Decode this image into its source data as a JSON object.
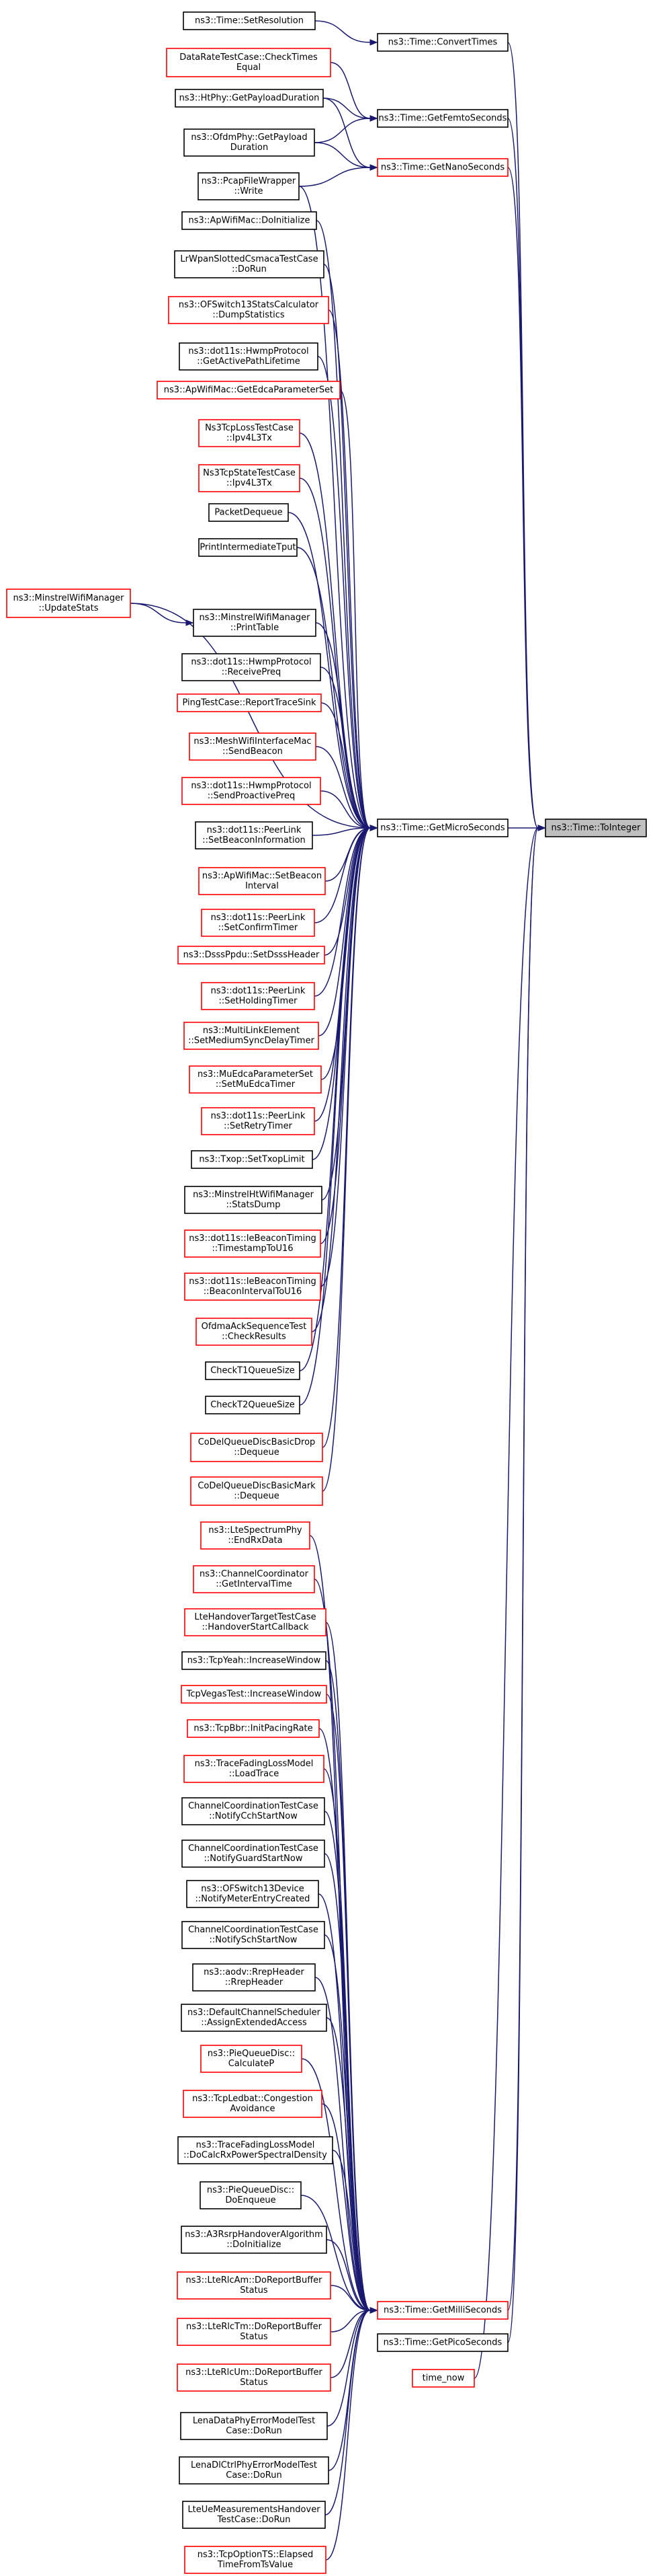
{
  "graph": {
    "title": "",
    "nodes": [
      {
        "id": "ToInteger",
        "lines": [
          "ns3::Time::ToInteger"
        ],
        "style": "target"
      },
      {
        "id": "ConvertTimes",
        "lines": [
          "ns3::Time::ConvertTimes"
        ],
        "style": "black"
      },
      {
        "id": "GetFemtoSeconds",
        "lines": [
          "ns3::Time::GetFemtoSeconds"
        ],
        "style": "black"
      },
      {
        "id": "GetNanoSeconds",
        "lines": [
          "ns3::Time::GetNanoSeconds"
        ],
        "style": "red"
      },
      {
        "id": "GetMicroSeconds",
        "lines": [
          "ns3::Time::GetMicroSeconds"
        ],
        "style": "black"
      },
      {
        "id": "GetMilliSeconds",
        "lines": [
          "ns3::Time::GetMilliSeconds"
        ],
        "style": "red"
      },
      {
        "id": "GetPicoSeconds",
        "lines": [
          "ns3::Time::GetPicoSeconds"
        ],
        "style": "black"
      },
      {
        "id": "time_now",
        "lines": [
          "time_now"
        ],
        "style": "red"
      },
      {
        "id": "SetResolution",
        "lines": [
          "ns3::Time::SetResolution"
        ],
        "style": "black"
      },
      {
        "id": "DataRateCheck",
        "lines": [
          "DataRateTestCase::CheckTimes",
          "Equal"
        ],
        "style": "red"
      },
      {
        "id": "HtPhyPayload",
        "lines": [
          "ns3::HtPhy::GetPayloadDuration"
        ],
        "style": "black"
      },
      {
        "id": "OfdmPhyPayload",
        "lines": [
          "ns3::OfdmPhy::GetPayload",
          "Duration"
        ],
        "style": "black"
      },
      {
        "id": "PcapWrite",
        "lines": [
          "ns3::PcapFileWrapper",
          "::Write"
        ],
        "style": "black"
      },
      {
        "id": "ApWifiDoInit",
        "lines": [
          "ns3::ApWifiMac::DoInitialize"
        ],
        "style": "black"
      },
      {
        "id": "LrWpanCsma",
        "lines": [
          "LrWpanSlottedCsmacaTestCase",
          "::DoRun"
        ],
        "style": "black"
      },
      {
        "id": "OFSwitch13Stats",
        "lines": [
          "ns3::OFSwitch13StatsCalculator",
          "::DumpStatistics"
        ],
        "style": "red"
      },
      {
        "id": "HwmpActivePath",
        "lines": [
          "ns3::dot11s::HwmpProtocol",
          "::GetActivePathLifetime"
        ],
        "style": "black"
      },
      {
        "id": "ApWifiEdca",
        "lines": [
          "ns3::ApWifiMac::GetEdcaParameterSet"
        ],
        "style": "red"
      },
      {
        "id": "Ns3TcpLoss",
        "lines": [
          "Ns3TcpLossTestCase",
          "::Ipv4L3Tx"
        ],
        "style": "red"
      },
      {
        "id": "Ns3TcpState",
        "lines": [
          "Ns3TcpStateTestCase",
          "::Ipv4L3Tx"
        ],
        "style": "red"
      },
      {
        "id": "PacketDequeue",
        "lines": [
          "PacketDequeue"
        ],
        "style": "black"
      },
      {
        "id": "PrintIntermediateTput",
        "lines": [
          "PrintIntermediateTput"
        ],
        "style": "black"
      },
      {
        "id": "MinstrelUpdateStats",
        "lines": [
          "ns3::MinstrelWifiManager",
          "::UpdateStats"
        ],
        "style": "red"
      },
      {
        "id": "MinstrelPrintTable",
        "lines": [
          "ns3::MinstrelWifiManager",
          "::PrintTable"
        ],
        "style": "black"
      },
      {
        "id": "HwmpReceivePreq",
        "lines": [
          "ns3::dot11s::HwmpProtocol",
          "::ReceivePreq"
        ],
        "style": "black"
      },
      {
        "id": "PingReportTraceSink",
        "lines": [
          "PingTestCase::ReportTraceSink"
        ],
        "style": "red"
      },
      {
        "id": "MeshSendBeacon",
        "lines": [
          "ns3::MeshWifiInterfaceMac",
          "::SendBeacon"
        ],
        "style": "red"
      },
      {
        "id": "HwmpSendProactivePreq",
        "lines": [
          "ns3::dot11s::HwmpProtocol",
          "::SendProactivePreq"
        ],
        "style": "red"
      },
      {
        "id": "PeerLinkSetBeaconInfo",
        "lines": [
          "ns3::dot11s::PeerLink",
          "::SetBeaconInformation"
        ],
        "style": "black"
      },
      {
        "id": "ApWifiSetBeaconInterval",
        "lines": [
          "ns3::ApWifiMac::SetBeacon",
          "Interval"
        ],
        "style": "red"
      },
      {
        "id": "PeerLinkSetConfirmTimer",
        "lines": [
          "ns3::dot11s::PeerLink",
          "::SetConfirmTimer"
        ],
        "style": "red"
      },
      {
        "id": "DsssPpduSetHeader",
        "lines": [
          "ns3::DsssPpdu::SetDsssHeader"
        ],
        "style": "red"
      },
      {
        "id": "PeerLinkSetHoldingTimer",
        "lines": [
          "ns3::dot11s::PeerLink",
          "::SetHoldingTimer"
        ],
        "style": "red"
      },
      {
        "id": "MultiLinkSetMediumSync",
        "lines": [
          "ns3::MultiLinkElement",
          "::SetMediumSyncDelayTimer"
        ],
        "style": "red"
      },
      {
        "id": "MuEdcaSetTimer",
        "lines": [
          "ns3::MuEdcaParameterSet",
          "::SetMuEdcaTimer"
        ],
        "style": "red"
      },
      {
        "id": "PeerLinkSetRetryTimer",
        "lines": [
          "ns3::dot11s::PeerLink",
          "::SetRetryTimer"
        ],
        "style": "red"
      },
      {
        "id": "TxopSetTxopLimit",
        "lines": [
          "ns3::Txop::SetTxopLimit"
        ],
        "style": "black"
      },
      {
        "id": "MinstrelHtStatsDump",
        "lines": [
          "ns3::MinstrelHtWifiManager",
          "::StatsDump"
        ],
        "style": "black"
      },
      {
        "id": "IeBeaconTimestamp",
        "lines": [
          "ns3::dot11s::IeBeaconTiming",
          "::TimestampToU16"
        ],
        "style": "red"
      },
      {
        "id": "IeBeaconInterval",
        "lines": [
          "ns3::dot11s::IeBeaconTiming",
          "::BeaconIntervalToU16"
        ],
        "style": "red"
      },
      {
        "id": "OfdmaAckCheck",
        "lines": [
          "OfdmaAckSequenceTest",
          "::CheckResults"
        ],
        "style": "red"
      },
      {
        "id": "CheckT1QueueSize",
        "lines": [
          "CheckT1QueueSize"
        ],
        "style": "black"
      },
      {
        "id": "CheckT2QueueSize",
        "lines": [
          "CheckT2QueueSize"
        ],
        "style": "black"
      },
      {
        "id": "CoDelBasicDrop",
        "lines": [
          "CoDelQueueDiscBasicDrop",
          "::Dequeue"
        ],
        "style": "red"
      },
      {
        "id": "CoDelBasicMark",
        "lines": [
          "CoDelQueueDiscBasicMark",
          "::Dequeue"
        ],
        "style": "red"
      },
      {
        "id": "LteSpectrumEndRx",
        "lines": [
          "ns3::LteSpectrumPhy",
          "::EndRxData"
        ],
        "style": "red"
      },
      {
        "id": "ChannelCoordGetInterval",
        "lines": [
          "ns3::ChannelCoordinator",
          "::GetIntervalTime"
        ],
        "style": "red"
      },
      {
        "id": "LteHandoverTarget",
        "lines": [
          "LteHandoverTargetTestCase",
          "::HandoverStartCallback"
        ],
        "style": "red"
      },
      {
        "id": "TcpYeahIncrease",
        "lines": [
          "ns3::TcpYeah::IncreaseWindow"
        ],
        "style": "black"
      },
      {
        "id": "TcpVegasIncrease",
        "lines": [
          "TcpVegasTest::IncreaseWindow"
        ],
        "style": "red"
      },
      {
        "id": "TcpBbrInitPacing",
        "lines": [
          "ns3::TcpBbr::InitPacingRate"
        ],
        "style": "red"
      },
      {
        "id": "TraceFadingLoadTrace",
        "lines": [
          "ns3::TraceFadingLossModel",
          "::LoadTrace"
        ],
        "style": "red"
      },
      {
        "id": "ChanCoordCch",
        "lines": [
          "ChannelCoordinationTestCase",
          "::NotifyCchStartNow"
        ],
        "style": "black"
      },
      {
        "id": "ChanCoordGuard",
        "lines": [
          "ChannelCoordinationTestCase",
          "::NotifyGuardStartNow"
        ],
        "style": "black"
      },
      {
        "id": "OFSwitch13Meter",
        "lines": [
          "ns3::OFSwitch13Device",
          "::NotifyMeterEntryCreated"
        ],
        "style": "black"
      },
      {
        "id": "ChanCoordSch",
        "lines": [
          "ChannelCoordinationTestCase",
          "::NotifySchStartNow"
        ],
        "style": "black"
      },
      {
        "id": "AodvRrepHeader",
        "lines": [
          "ns3::aodv::RrepHeader",
          "::RrepHeader"
        ],
        "style": "black"
      },
      {
        "id": "DefaultChannelScheduler",
        "lines": [
          "ns3::DefaultChannelScheduler",
          "::AssignExtendedAccess"
        ],
        "style": "black"
      },
      {
        "id": "PieCalculateP",
        "lines": [
          "ns3::PieQueueDisc::",
          "CalculateP"
        ],
        "style": "red"
      },
      {
        "id": "TcpLedbatCongestion",
        "lines": [
          "ns3::TcpLedbat::Congestion",
          "Avoidance"
        ],
        "style": "red"
      },
      {
        "id": "TraceFadingDoCalc",
        "lines": [
          "ns3::TraceFadingLossModel",
          "::DoCalcRxPowerSpectralDensity"
        ],
        "style": "black"
      },
      {
        "id": "PieDoEnqueue",
        "lines": [
          "ns3::PieQueueDisc::",
          "DoEnqueue"
        ],
        "style": "black"
      },
      {
        "id": "A3RsrpDoInit",
        "lines": [
          "ns3::A3RsrpHandoverAlgorithm",
          "::DoInitialize"
        ],
        "style": "black"
      },
      {
        "id": "LteRlcAmReport",
        "lines": [
          "ns3::LteRlcAm::DoReportBuffer",
          "Status"
        ],
        "style": "red"
      },
      {
        "id": "LteRlcTmReport",
        "lines": [
          "ns3::LteRlcTm::DoReportBuffer",
          "Status"
        ],
        "style": "red"
      },
      {
        "id": "LteRlcUmReport",
        "lines": [
          "ns3::LteRlcUm::DoReportBuffer",
          "Status"
        ],
        "style": "red"
      },
      {
        "id": "LenaDataPhyError",
        "lines": [
          "LenaDataPhyErrorModelTest",
          "Case::DoRun"
        ],
        "style": "black"
      },
      {
        "id": "LenaDlCtrlPhyError",
        "lines": [
          "LenaDlCtrlPhyErrorModelTest",
          "Case::DoRun"
        ],
        "style": "black"
      },
      {
        "id": "LteUeMeasurementsHandover",
        "lines": [
          "LteUeMeasurementsHandover",
          "TestCase::DoRun"
        ],
        "style": "black"
      },
      {
        "id": "TcpOptionTSElapsed",
        "lines": [
          "ns3::TcpOptionTS::Elapsed",
          "TimeFromTsValue"
        ],
        "style": "red"
      }
    ],
    "edges": [
      [
        "ConvertTimes",
        "ToInteger"
      ],
      [
        "GetFemtoSeconds",
        "ToInteger"
      ],
      [
        "GetNanoSeconds",
        "ToInteger"
      ],
      [
        "GetMicroSeconds",
        "ToInteger"
      ],
      [
        "GetMilliSeconds",
        "ToInteger"
      ],
      [
        "GetPicoSeconds",
        "ToInteger"
      ],
      [
        "time_now",
        "ToInteger"
      ],
      [
        "SetResolution",
        "ConvertTimes"
      ],
      [
        "DataRateCheck",
        "GetFemtoSeconds"
      ],
      [
        "HtPhyPayload",
        "GetFemtoSeconds"
      ],
      [
        "OfdmPhyPayload",
        "GetFemtoSeconds"
      ],
      [
        "HtPhyPayload",
        "GetNanoSeconds"
      ],
      [
        "OfdmPhyPayload",
        "GetNanoSeconds"
      ],
      [
        "PcapWrite",
        "GetNanoSeconds"
      ],
      [
        "PcapWrite",
        "GetMicroSeconds"
      ],
      [
        "ApWifiDoInit",
        "GetMicroSeconds"
      ],
      [
        "LrWpanCsma",
        "GetMicroSeconds"
      ],
      [
        "OFSwitch13Stats",
        "GetMicroSeconds"
      ],
      [
        "HwmpActivePath",
        "GetMicroSeconds"
      ],
      [
        "ApWifiEdca",
        "GetMicroSeconds"
      ],
      [
        "Ns3TcpLoss",
        "GetMicroSeconds"
      ],
      [
        "Ns3TcpState",
        "GetMicroSeconds"
      ],
      [
        "PacketDequeue",
        "GetMicroSeconds"
      ],
      [
        "PrintIntermediateTput",
        "GetMicroSeconds"
      ],
      [
        "MinstrelUpdateStats",
        "GetMicroSeconds"
      ],
      [
        "MinstrelUpdateStats",
        "MinstrelPrintTable"
      ],
      [
        "MinstrelPrintTable",
        "GetMicroSeconds"
      ],
      [
        "HwmpReceivePreq",
        "GetMicroSeconds"
      ],
      [
        "PingReportTraceSink",
        "GetMicroSeconds"
      ],
      [
        "MeshSendBeacon",
        "GetMicroSeconds"
      ],
      [
        "HwmpSendProactivePreq",
        "GetMicroSeconds"
      ],
      [
        "PeerLinkSetBeaconInfo",
        "GetMicroSeconds"
      ],
      [
        "ApWifiSetBeaconInterval",
        "GetMicroSeconds"
      ],
      [
        "PeerLinkSetConfirmTimer",
        "GetMicroSeconds"
      ],
      [
        "DsssPpduSetHeader",
        "GetMicroSeconds"
      ],
      [
        "PeerLinkSetHoldingTimer",
        "GetMicroSeconds"
      ],
      [
        "MultiLinkSetMediumSync",
        "GetMicroSeconds"
      ],
      [
        "MuEdcaSetTimer",
        "GetMicroSeconds"
      ],
      [
        "PeerLinkSetRetryTimer",
        "GetMicroSeconds"
      ],
      [
        "TxopSetTxopLimit",
        "GetMicroSeconds"
      ],
      [
        "MinstrelHtStatsDump",
        "GetMicroSeconds"
      ],
      [
        "IeBeaconTimestamp",
        "GetMicroSeconds"
      ],
      [
        "IeBeaconInterval",
        "GetMicroSeconds"
      ],
      [
        "OfdmaAckCheck",
        "GetMicroSeconds"
      ],
      [
        "CheckT1QueueSize",
        "GetMicroSeconds"
      ],
      [
        "CheckT2QueueSize",
        "GetMicroSeconds"
      ],
      [
        "CoDelBasicDrop",
        "GetMicroSeconds"
      ],
      [
        "CoDelBasicMark",
        "GetMicroSeconds"
      ],
      [
        "LteSpectrumEndRx",
        "GetMilliSeconds"
      ],
      [
        "ChannelCoordGetInterval",
        "GetMilliSeconds"
      ],
      [
        "LteHandoverTarget",
        "GetMilliSeconds"
      ],
      [
        "TcpYeahIncrease",
        "GetMilliSeconds"
      ],
      [
        "TcpVegasIncrease",
        "GetMilliSeconds"
      ],
      [
        "TcpBbrInitPacing",
        "GetMilliSeconds"
      ],
      [
        "TraceFadingLoadTrace",
        "GetMilliSeconds"
      ],
      [
        "ChanCoordCch",
        "GetMilliSeconds"
      ],
      [
        "ChanCoordGuard",
        "GetMilliSeconds"
      ],
      [
        "OFSwitch13Meter",
        "GetMilliSeconds"
      ],
      [
        "ChanCoordSch",
        "GetMilliSeconds"
      ],
      [
        "AodvRrepHeader",
        "GetMilliSeconds"
      ],
      [
        "DefaultChannelScheduler",
        "GetMilliSeconds"
      ],
      [
        "PieCalculateP",
        "GetMilliSeconds"
      ],
      [
        "TcpLedbatCongestion",
        "GetMilliSeconds"
      ],
      [
        "TraceFadingDoCalc",
        "GetMilliSeconds"
      ],
      [
        "PieDoEnqueue",
        "GetMilliSeconds"
      ],
      [
        "A3RsrpDoInit",
        "GetMilliSeconds"
      ],
      [
        "LteRlcAmReport",
        "GetMilliSeconds"
      ],
      [
        "LteRlcTmReport",
        "GetMilliSeconds"
      ],
      [
        "LteRlcUmReport",
        "GetMilliSeconds"
      ],
      [
        "LenaDataPhyError",
        "GetMilliSeconds"
      ],
      [
        "LenaDlCtrlPhyError",
        "GetMilliSeconds"
      ],
      [
        "LteUeMeasurementsHandover",
        "GetMilliSeconds"
      ],
      [
        "TcpOptionTSElapsed",
        "GetMilliSeconds"
      ]
    ]
  }
}
